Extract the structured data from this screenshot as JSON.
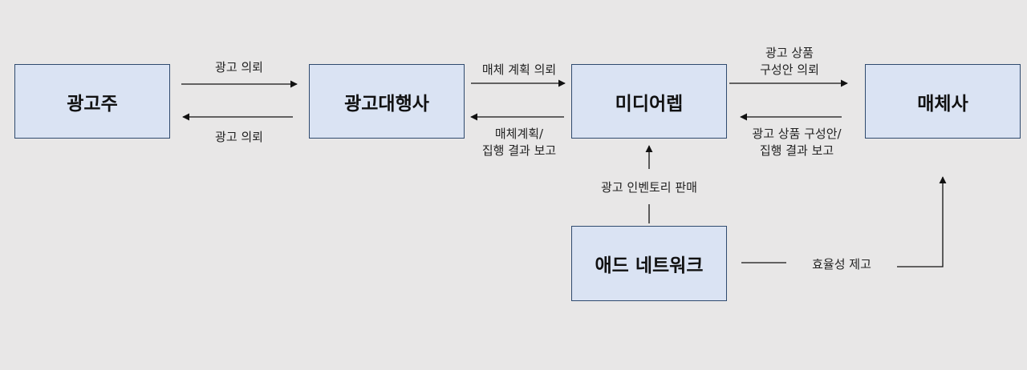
{
  "nodes": {
    "advertiser": "광고주",
    "agency": "광고대행사",
    "media_rep": "미디어렙",
    "media_company": "매체사",
    "ad_network": "애드 네트워크"
  },
  "edges": {
    "advertiser_to_agency": "광고 의뢰",
    "agency_to_advertiser": "광고 의뢰",
    "agency_to_rep": "매체 계획 의뢰",
    "rep_to_agency_1": "매체계획/",
    "rep_to_agency_2": "집행 결과 보고",
    "rep_to_media_1": "광고 상품",
    "rep_to_media_2": "구성안 의뢰",
    "media_to_rep_1": "광고 상품 구성안/",
    "media_to_rep_2": "집행 결과 보고",
    "network_to_rep": "광고 인벤토리 판매",
    "network_to_media": "효율성 제고"
  },
  "colors": {
    "node_fill": "#dae3f3",
    "node_border": "#2f4a6e",
    "background": "#e8e7e7"
  }
}
